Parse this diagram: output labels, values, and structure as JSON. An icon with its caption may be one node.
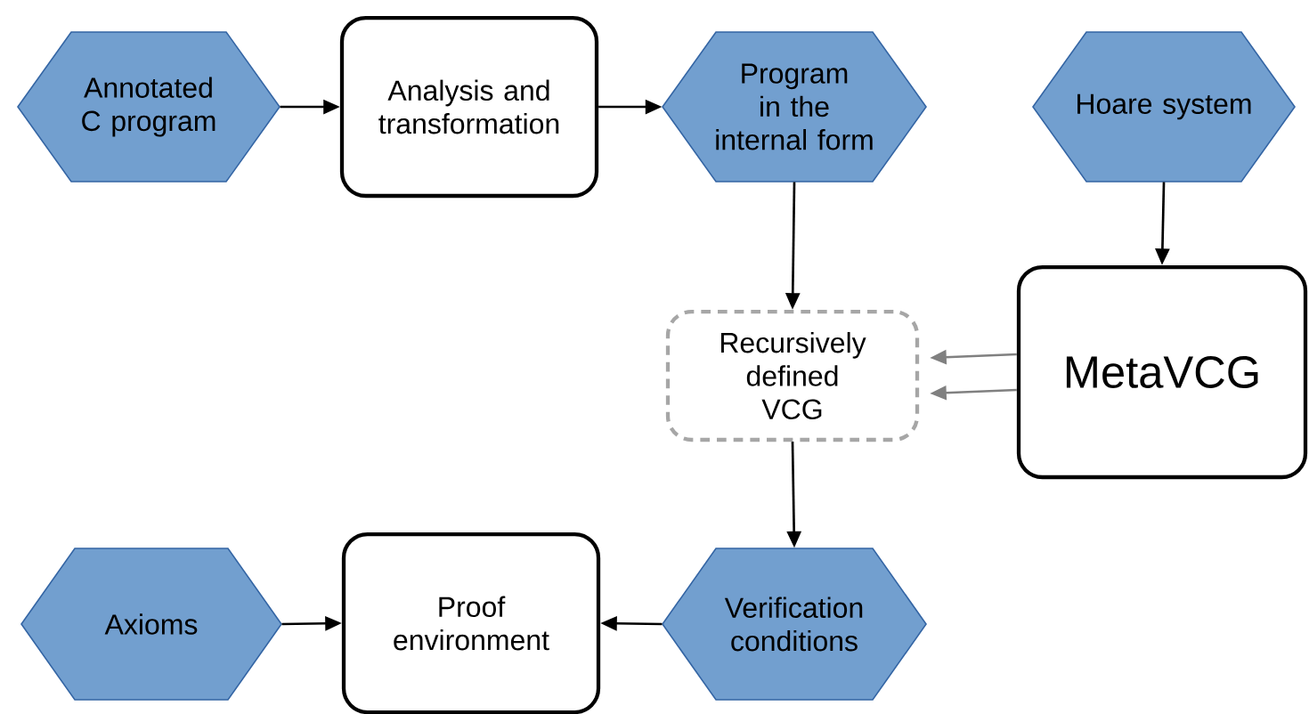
{
  "diagram": {
    "nodes": [
      {
        "text": [
          "Annotated C program"
        ]
      },
      {
        "text": [
          "Analysis and transformation"
        ]
      },
      {
        "text": [
          "Program in the internal form"
        ]
      },
      {
        "text": [
          "Hoare system"
        ]
      },
      {
        "text": [
          "Recursively defined VCG"
        ]
      },
      {
        "text": [
          "MetaVCG"
        ]
      },
      {
        "text": [
          "Axioms"
        ]
      },
      {
        "text": [
          "Proof environment"
        ]
      },
      {
        "text": [
          "Verification conditions"
        ]
      }
    ],
    "edges": [
      {
        "from": 0,
        "to": 1,
        "arrow": "to"
      },
      {
        "from": 1,
        "to": 2,
        "arrow": "to"
      },
      {
        "from": 2,
        "to": 4,
        "arrow": "to"
      },
      {
        "from": 3,
        "to": 5,
        "arrow": "to"
      },
      {
        "from": 5,
        "to": 4,
        "arrow": "to",
        "color": "#808080"
      },
      {
        "from": 5,
        "to": 4,
        "arrow": "to",
        "color": "#808080"
      },
      {
        "from": 4,
        "to": 8,
        "arrow": "to"
      },
      {
        "from": 6,
        "to": 7,
        "arrow": "to"
      },
      {
        "from": 8,
        "to": 7,
        "arrow": "to"
      }
    ]
  }
}
